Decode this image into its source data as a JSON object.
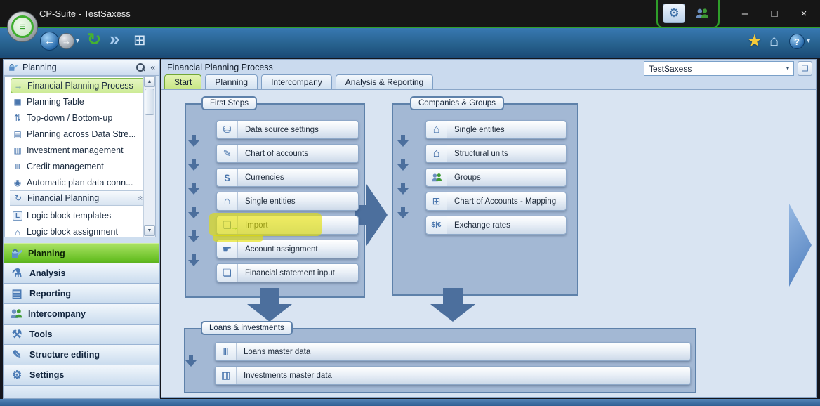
{
  "window": {
    "title": "CP-Suite - TestSaxess"
  },
  "icons": {
    "logo_lines": "≡",
    "back": "←",
    "forward": "→",
    "dropdown": "▾",
    "refresh": "↻",
    "fast_forward": "»",
    "layout": "⊞",
    "favorites_star": "★",
    "home": "⌂",
    "help": "?",
    "minimize": "–",
    "maximize": "□",
    "close": "×",
    "gear": "⚙",
    "collapse_left": "«",
    "pin_up": "«",
    "scroll_up": "▲",
    "scroll_down": "▼",
    "process_arrow": "→",
    "planning_table": "▣",
    "top_down": "⇅",
    "data_stream": "▤",
    "investment": "▥",
    "bank": "Ⅲ",
    "auto_conn": "◉",
    "fp_group": "↻",
    "logic_template": "L",
    "logic_home": "⌂",
    "flask": "⚗",
    "report": "▤",
    "tools": "⚒",
    "pencil": "✎",
    "database": "⛁",
    "chart_note": "✎",
    "currency": "$",
    "house": "⌂",
    "window_box": "❏",
    "import_arrow": "→",
    "hand": "☛",
    "document": "❏",
    "seal": "●",
    "mapping": "⊞",
    "fx": "$|€",
    "safe": "▥",
    "combo_arrow": "▾",
    "new_window": "❏"
  },
  "sidebar": {
    "panel_title": "Planning",
    "items": [
      {
        "label": "Financial Planning Process",
        "selected": true
      },
      {
        "label": "Planning Table"
      },
      {
        "label": "Top-down / Bottom-up"
      },
      {
        "label": "Planning across Data Stre..."
      },
      {
        "label": "Investment management"
      },
      {
        "label": "Credit management"
      },
      {
        "label": "Automatic plan data conn..."
      },
      {
        "label": "Financial Planning",
        "type": "group-header"
      },
      {
        "label": "Logic block templates"
      },
      {
        "label": "Logic block assignment"
      }
    ],
    "sections": [
      "Planning",
      "Analysis",
      "Reporting",
      "Intercompany",
      "Tools",
      "Structure editing",
      "Settings"
    ],
    "selected_section": "Planning"
  },
  "main": {
    "title": "Financial Planning Process",
    "profile": "TestSaxess",
    "tabs": [
      "Start",
      "Planning",
      "Intercompany",
      "Analysis & Reporting"
    ],
    "active_tab": "Start",
    "groups": [
      {
        "title": "First Steps",
        "buttons": [
          "Data source settings",
          "Chart of accounts",
          "Currencies",
          "Single entities",
          "Import",
          "Account assignment",
          "Financial statement input"
        ]
      },
      {
        "title": "Companies & Groups",
        "buttons": [
          "Single entities",
          "Structural units",
          "Groups",
          "Chart of Accounts - Mapping",
          "Exchange rates"
        ]
      },
      {
        "title": "Loans & investments",
        "buttons": [
          "Loans master data",
          "Investments master data"
        ]
      }
    ],
    "annotation": {
      "highlighted_button": "Import",
      "highlight_color": "#e3de00"
    }
  },
  "colors": {
    "accent_green": "#2f9e2a",
    "toolbar_blue": "#27628e",
    "arrow_blue": "#4c6f9d",
    "selection_green": "#cdeb96"
  }
}
